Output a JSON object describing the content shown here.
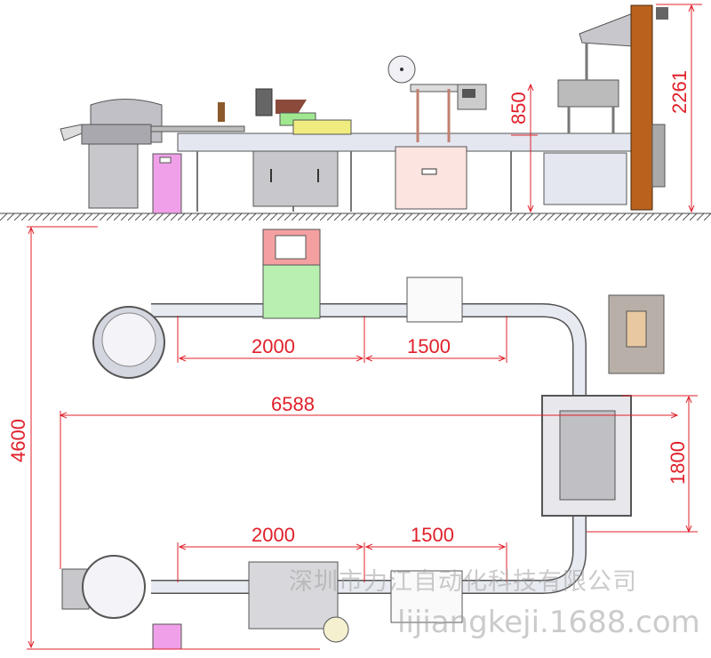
{
  "colors": {
    "dimension": "#e0202a",
    "machine": "#c8c8cc",
    "frame": "#e4e6f0",
    "pink": "#f0a0e8",
    "green": "#b8f0b0",
    "elevator": "#b8621e"
  },
  "elevation": {
    "dim_850": "850",
    "dim_2261": "2261"
  },
  "plan": {
    "dim_4600": "4600",
    "dim_6588": "6588",
    "dim_1800": "1800",
    "top_dim_2000": "2000",
    "top_dim_1500": "1500",
    "bottom_dim_2000": "2000",
    "bottom_dim_1500": "1500"
  },
  "watermark": {
    "company": "深圳市力江自动化科技有限公司",
    "url": "lijiangkeji.1688.com"
  }
}
